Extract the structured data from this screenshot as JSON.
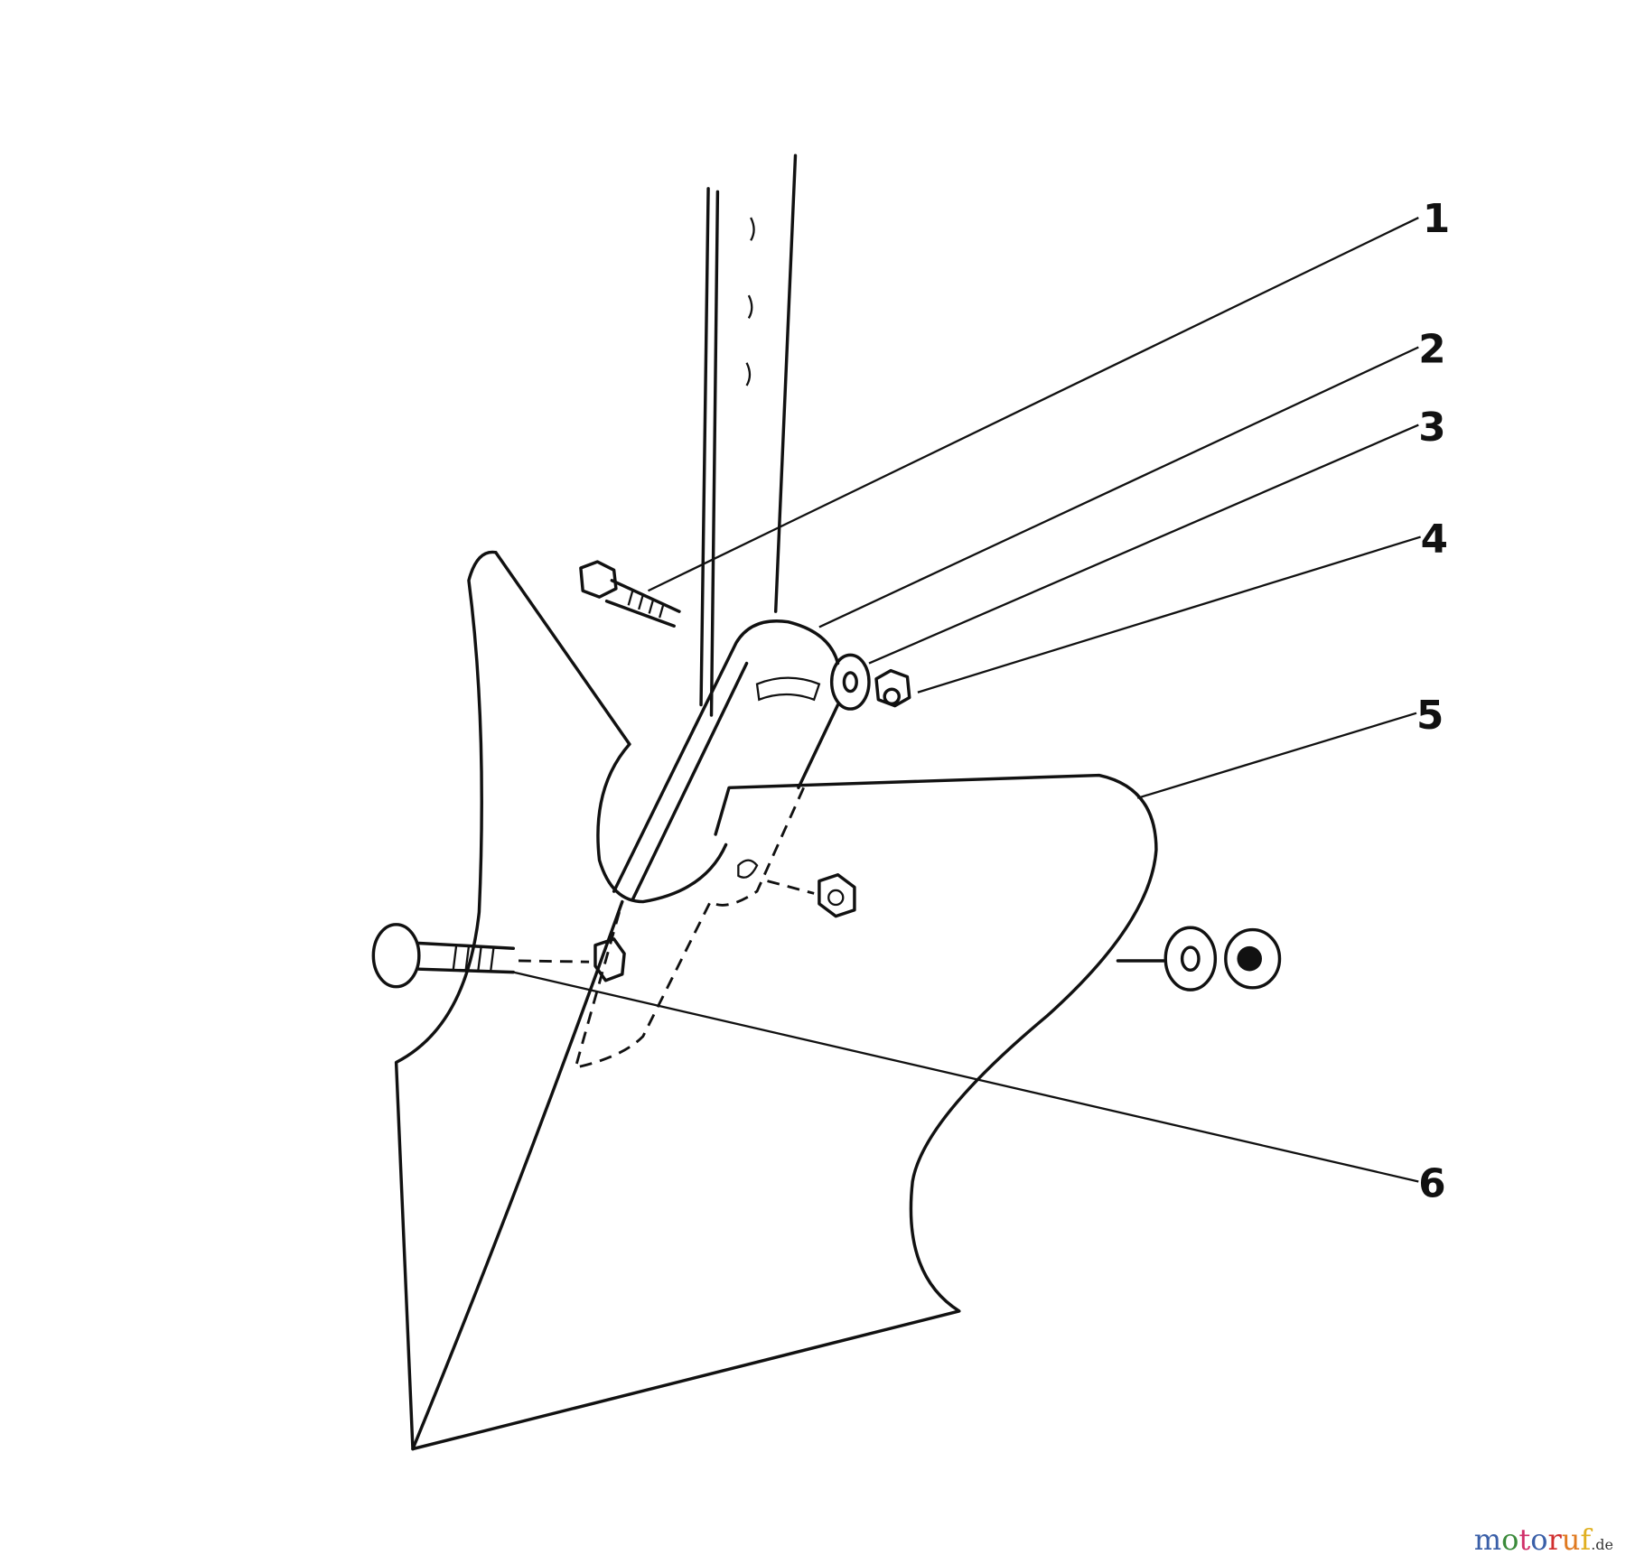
{
  "callouts": [
    "1",
    "2",
    "3",
    "4",
    "5",
    "6"
  ],
  "watermark": {
    "letters": [
      "m",
      "o",
      "t",
      "o",
      "r",
      "u",
      "f"
    ],
    "colors": [
      "#3a5fa8",
      "#3a8a3a",
      "#d0306a",
      "#3a5fa8",
      "#d03030",
      "#e07a20",
      "#e0b020"
    ],
    "suffix": ".de"
  }
}
